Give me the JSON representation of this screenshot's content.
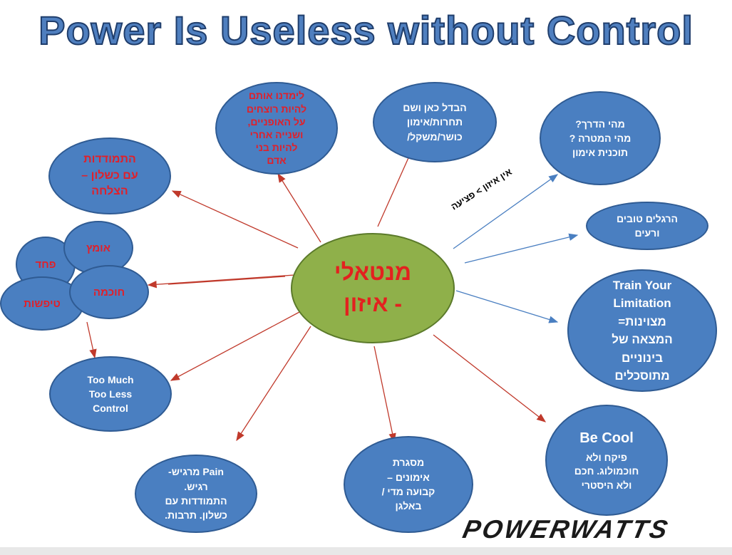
{
  "title": "Power Is Useless without Control",
  "center": {
    "text": "מנטאלי\n- איזון"
  },
  "arrow_label": "אין איזון > פציעה",
  "nodes": {
    "failure": {
      "text": "התמודדות\nעם כשלון –\nהצלחה",
      "color": "red"
    },
    "murderers": {
      "text": "לימדנו אותם\nלהיות רוצחים\nעל האופניים,\nושנייה אחרי\nלהיות בני\nאדם",
      "color": "red"
    },
    "competitions": {
      "text": "הבדל כאן ושם\nתחרות/אימון\nכושר/משקל/",
      "color": "white"
    },
    "path": {
      "text": "מהי הדרך?\nמהי המטרה ?\nתוכנית אימון",
      "color": "white"
    },
    "habits": {
      "text": "הרגלים טובים\nורעים",
      "color": "white"
    },
    "train": {
      "text": "Train Your\nLimitation\nמצוינות=\nהמצאה של\nבינוניים\nמתוסכלים",
      "color": "white"
    },
    "cool": {
      "title": "Be Cool",
      "text": "פיקח ולא\nחוכמולוג. חכם\nולא היסטרי",
      "color": "white"
    },
    "framework": {
      "text": "מסגרת\nאימונים –\nקבועה מדי /\nבאלגן",
      "color": "white"
    },
    "pain": {
      "text": "Pain מרגיש-\nרגיש.\nהתמודדות עם\nכשלון. תרבות.",
      "color": "white"
    },
    "control": {
      "text": "Too Much\nToo Less\nControl",
      "color": "white"
    },
    "courage": {
      "text": "אומץ",
      "color": "red"
    },
    "fear": {
      "text": "פחד",
      "color": "red"
    },
    "wisdom": {
      "text": "חוכמה",
      "color": "red"
    },
    "stupidity": {
      "text": "טיפשות",
      "color": "red"
    }
  },
  "logo": "POWERWATTS",
  "colors": {
    "bubble": "#4a7fc1",
    "center": "#8fb04a",
    "red_text": "#e0202a",
    "blue_arrow": "#4a7fc1",
    "red_arrow": "#c0392b"
  }
}
